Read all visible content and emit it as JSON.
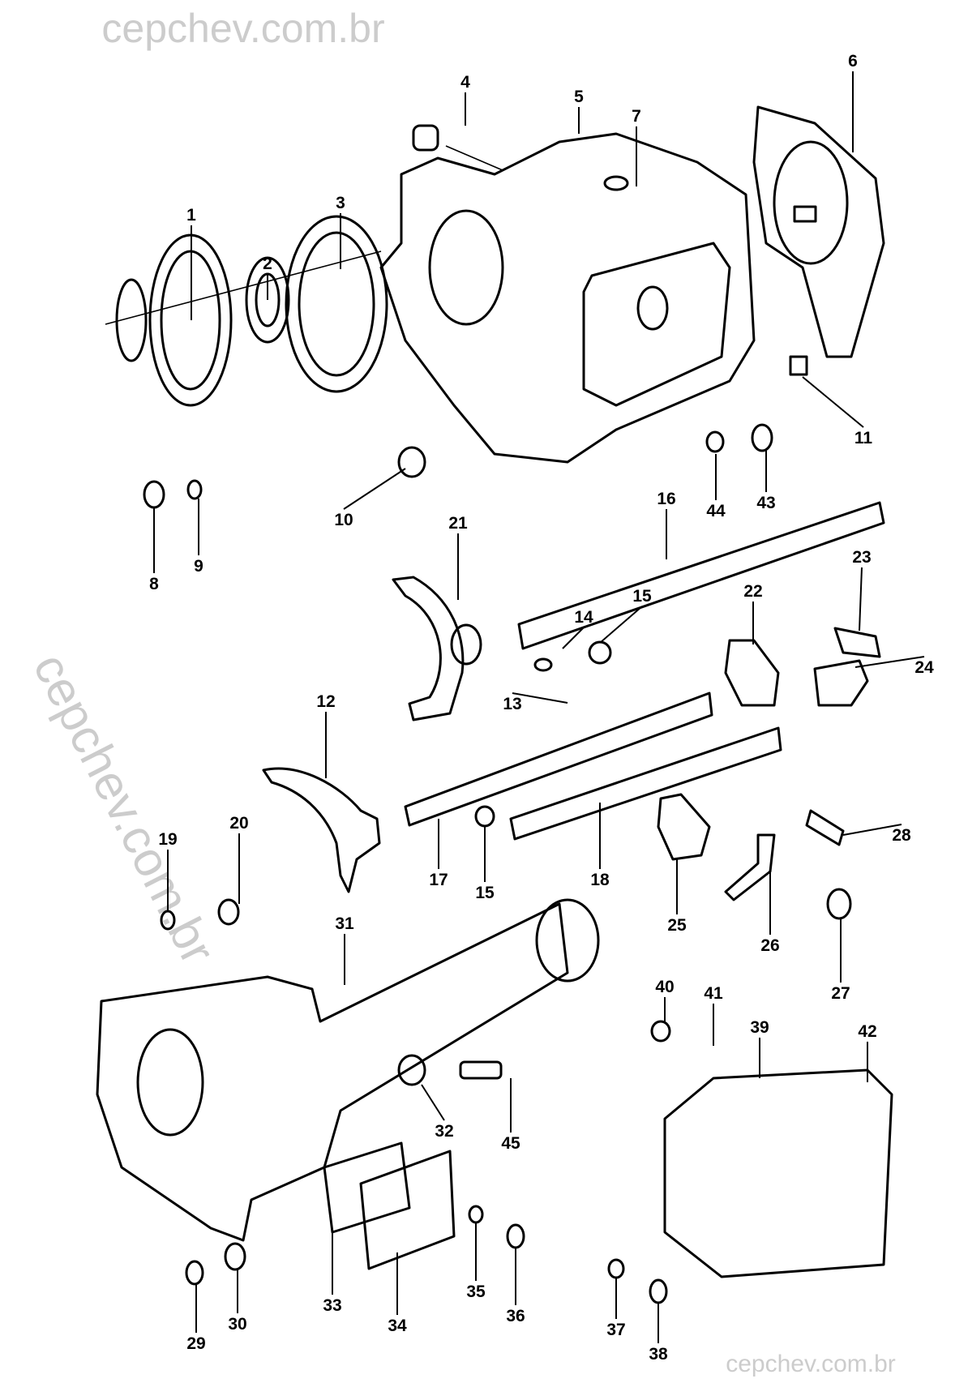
{
  "diagram": {
    "title": "Transmission exploded view",
    "watermark": {
      "top": "cepchev.com.br",
      "diagonal": "cepchev.com.br",
      "bottom": "cepchev.com.br"
    },
    "parts": [
      {
        "id": "1",
        "label": "1"
      },
      {
        "id": "2",
        "label": "2"
      },
      {
        "id": "3",
        "label": "3"
      },
      {
        "id": "4",
        "label": "4"
      },
      {
        "id": "5",
        "label": "5"
      },
      {
        "id": "6",
        "label": "6"
      },
      {
        "id": "7",
        "label": "7"
      },
      {
        "id": "8",
        "label": "8"
      },
      {
        "id": "9",
        "label": "9"
      },
      {
        "id": "10",
        "label": "10"
      },
      {
        "id": "11",
        "label": "11"
      },
      {
        "id": "12",
        "label": "12"
      },
      {
        "id": "13",
        "label": "13"
      },
      {
        "id": "14",
        "label": "14"
      },
      {
        "id": "15a",
        "label": "15"
      },
      {
        "id": "15b",
        "label": "15"
      },
      {
        "id": "16",
        "label": "16"
      },
      {
        "id": "17",
        "label": "17"
      },
      {
        "id": "18",
        "label": "18"
      },
      {
        "id": "19",
        "label": "19"
      },
      {
        "id": "20",
        "label": "20"
      },
      {
        "id": "21",
        "label": "21"
      },
      {
        "id": "22",
        "label": "22"
      },
      {
        "id": "23",
        "label": "23"
      },
      {
        "id": "24",
        "label": "24"
      },
      {
        "id": "25",
        "label": "25"
      },
      {
        "id": "26",
        "label": "26"
      },
      {
        "id": "27",
        "label": "27"
      },
      {
        "id": "28",
        "label": "28"
      },
      {
        "id": "29",
        "label": "29"
      },
      {
        "id": "30",
        "label": "30"
      },
      {
        "id": "31",
        "label": "31"
      },
      {
        "id": "32",
        "label": "32"
      },
      {
        "id": "33",
        "label": "33"
      },
      {
        "id": "34",
        "label": "34"
      },
      {
        "id": "35",
        "label": "35"
      },
      {
        "id": "36",
        "label": "36"
      },
      {
        "id": "37",
        "label": "37"
      },
      {
        "id": "38",
        "label": "38"
      },
      {
        "id": "39",
        "label": "39"
      },
      {
        "id": "40",
        "label": "40"
      },
      {
        "id": "41",
        "label": "41"
      },
      {
        "id": "42",
        "label": "42"
      },
      {
        "id": "43",
        "label": "43"
      },
      {
        "id": "44",
        "label": "44"
      },
      {
        "id": "45",
        "label": "45"
      }
    ]
  }
}
